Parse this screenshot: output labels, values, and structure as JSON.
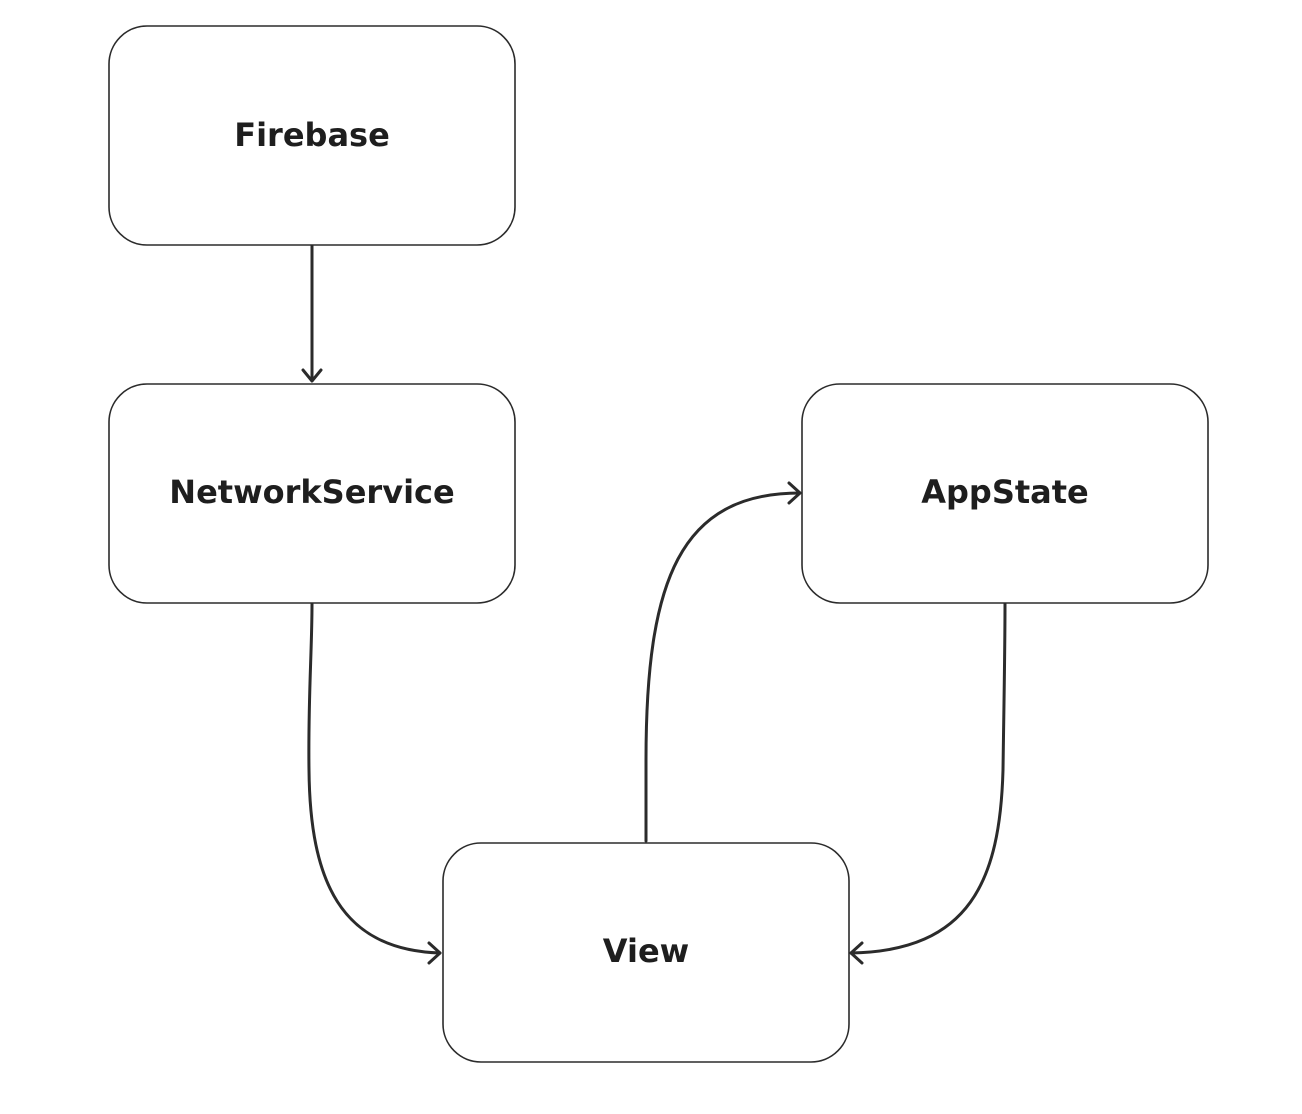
{
  "nodes": {
    "firebase": {
      "label": "Firebase"
    },
    "network_service": {
      "label": "NetworkService"
    },
    "app_state": {
      "label": "AppState"
    },
    "view": {
      "label": "View"
    }
  },
  "edges": [
    {
      "from": "Firebase",
      "to": "NetworkService"
    },
    {
      "from": "NetworkService",
      "to": "View"
    },
    {
      "from": "View",
      "to": "AppState"
    },
    {
      "from": "AppState",
      "to": "View"
    }
  ],
  "colors": {
    "stroke": "#2b2b2b",
    "text": "#1e1e1e",
    "background": "#ffffff"
  }
}
